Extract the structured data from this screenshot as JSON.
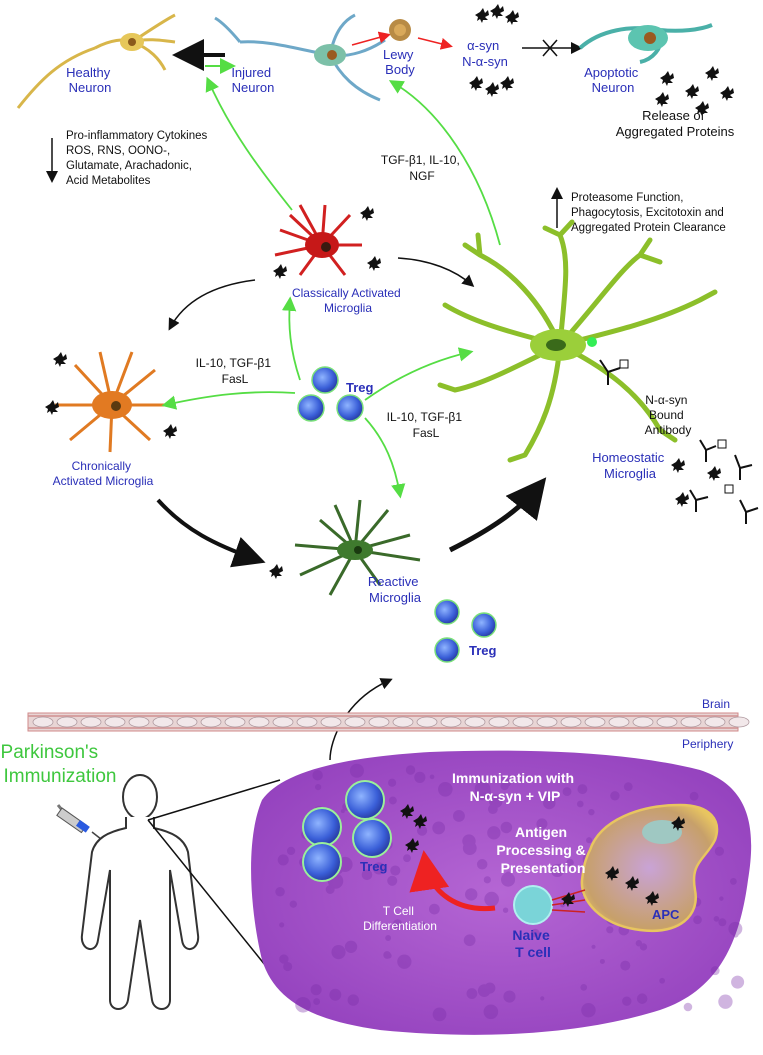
{
  "neurons": {
    "healthy": [
      "Healthy",
      "Neuron"
    ],
    "injured": [
      "Injured",
      "Neuron"
    ],
    "lewy": [
      "Lewy",
      "Body"
    ],
    "syn": [
      "α-syn",
      "N-α-syn"
    ],
    "apoptotic": [
      "Apoptotic",
      "Neuron"
    ],
    "release": [
      "Release of",
      "Aggregated Proteins"
    ]
  },
  "toxic_factors": [
    "Pro-inflammatory Cytokines",
    "ROS, RNS, OONO-,",
    "Glutamate, Arachadonic,",
    "Acid Metabolites"
  ],
  "protective_factors": [
    "TGF-β1, IL-10,",
    "NGF"
  ],
  "clearance": [
    "Proteasome Function,",
    "Phagocytosis, Excitotoxin and",
    "Aggregated Protein Clearance"
  ],
  "microglia": {
    "classical": [
      "Classically Activated",
      "Microglia"
    ],
    "chronic": [
      "Chronically",
      "Activated Microglia"
    ],
    "reactive": [
      "Reactive",
      "Microglia"
    ],
    "homeostatic": [
      "Homeostatic",
      "Microglia"
    ]
  },
  "treg_label": "Treg",
  "cytokines_left": [
    "IL-10, TGF-β1",
    "FasL"
  ],
  "cytokines_right": [
    "IL-10, TGF-β1",
    "FasL"
  ],
  "antibody": [
    "N-α-syn",
    "Bound",
    "Antibody"
  ],
  "barrier": {
    "top": "Brain",
    "bottom": "Periphery"
  },
  "immunization_title": [
    "Parkinson's",
    "Immunization"
  ],
  "lymph": {
    "title": [
      "Immunization with",
      "N-α-syn + VIP"
    ],
    "antigen": [
      "Antigen",
      "Processing &",
      "Presentation"
    ],
    "apc": "APC",
    "naive": [
      "Naive",
      "T cell"
    ],
    "diff": [
      "T Cell",
      "Differentiation"
    ]
  },
  "colors": {
    "label_blue": "#2a2fb8",
    "green_arrow": "#55dd44",
    "red_arrow": "#ee2222",
    "lymph_purple": "#a550c8"
  }
}
